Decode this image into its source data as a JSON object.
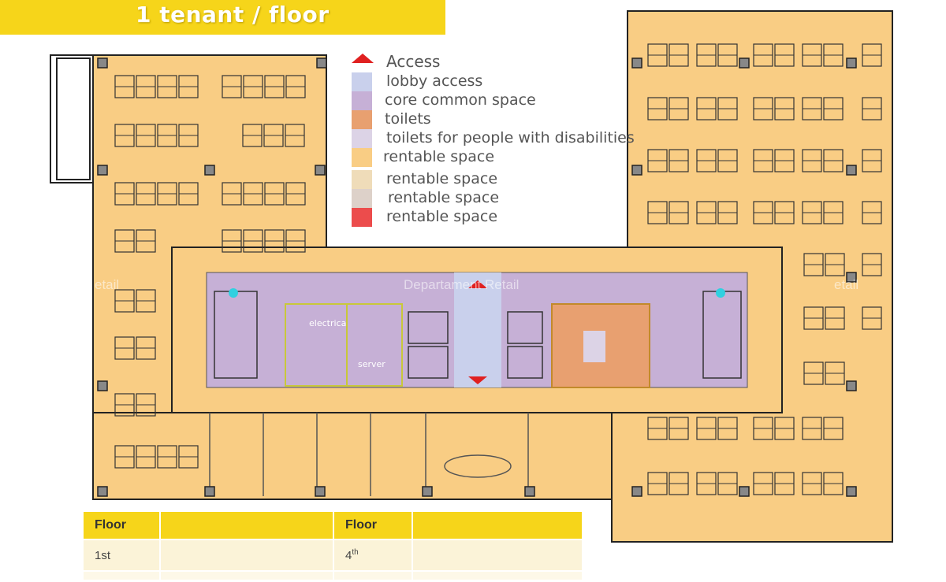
{
  "banner": {
    "title": "1 tenant / floor"
  },
  "legend": {
    "items": [
      {
        "label": "Access",
        "color": "#e02020",
        "icon": "triangle-up-icon"
      },
      {
        "label": "lobby access",
        "color": "#c9d0ec"
      },
      {
        "label": "core common space",
        "color": "#c6b0d6"
      },
      {
        "label": "toilets",
        "color": "#e8a070"
      },
      {
        "label": "toilets for people with disabilities",
        "color": "#dcd3e6"
      },
      {
        "label": "rentable space",
        "color": "#f9cd84"
      },
      {
        "label": "rentable space",
        "color": "#efdcb9"
      },
      {
        "label": "rentable space",
        "color": "#ddd1c9"
      },
      {
        "label": "rentable space",
        "color": "#ec4c4c"
      }
    ]
  },
  "rooms": {
    "electrical": "electrica",
    "server": "server"
  },
  "watermarks": [
    "etail",
    "Departament Retail",
    "etail"
  ],
  "floor_table": {
    "headers": [
      "Floor",
      "",
      "Floor",
      ""
    ],
    "rows": [
      [
        "1st",
        "",
        "4",
        ""
      ]
    ],
    "row_suffix": "th"
  },
  "colors": {
    "rentable": "#f9cd84",
    "core": "#c6b0d6",
    "toilets": "#e8a070",
    "lobby": "#c9d0ec",
    "banner": "#f6d51a"
  }
}
